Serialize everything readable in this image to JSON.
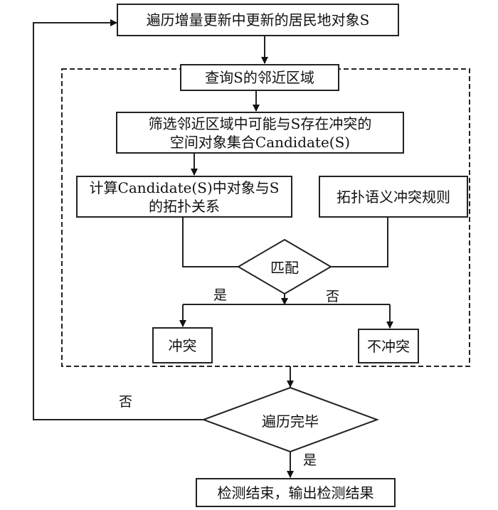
{
  "nodes": {
    "traverse": "遍历增量更新中更新的居民地对象S",
    "query": "查询S的邻近区域",
    "filter_line1": "筛选邻近区域中可能与S存在冲突的",
    "filter_line2": "空间对象集合Candidate(S)",
    "compute_line1": "计算Candidate(S)中对象与S",
    "compute_line2": "的拓扑关系",
    "rules": "拓扑语义冲突规则",
    "match": "匹配",
    "conflict": "冲突",
    "no_conflict": "不冲突",
    "done": "遍历完毕",
    "end": "检测结束，输出检测结果"
  },
  "edge_labels": {
    "match_yes": "是",
    "match_no": "否",
    "done_no": "否",
    "done_yes": "是"
  }
}
